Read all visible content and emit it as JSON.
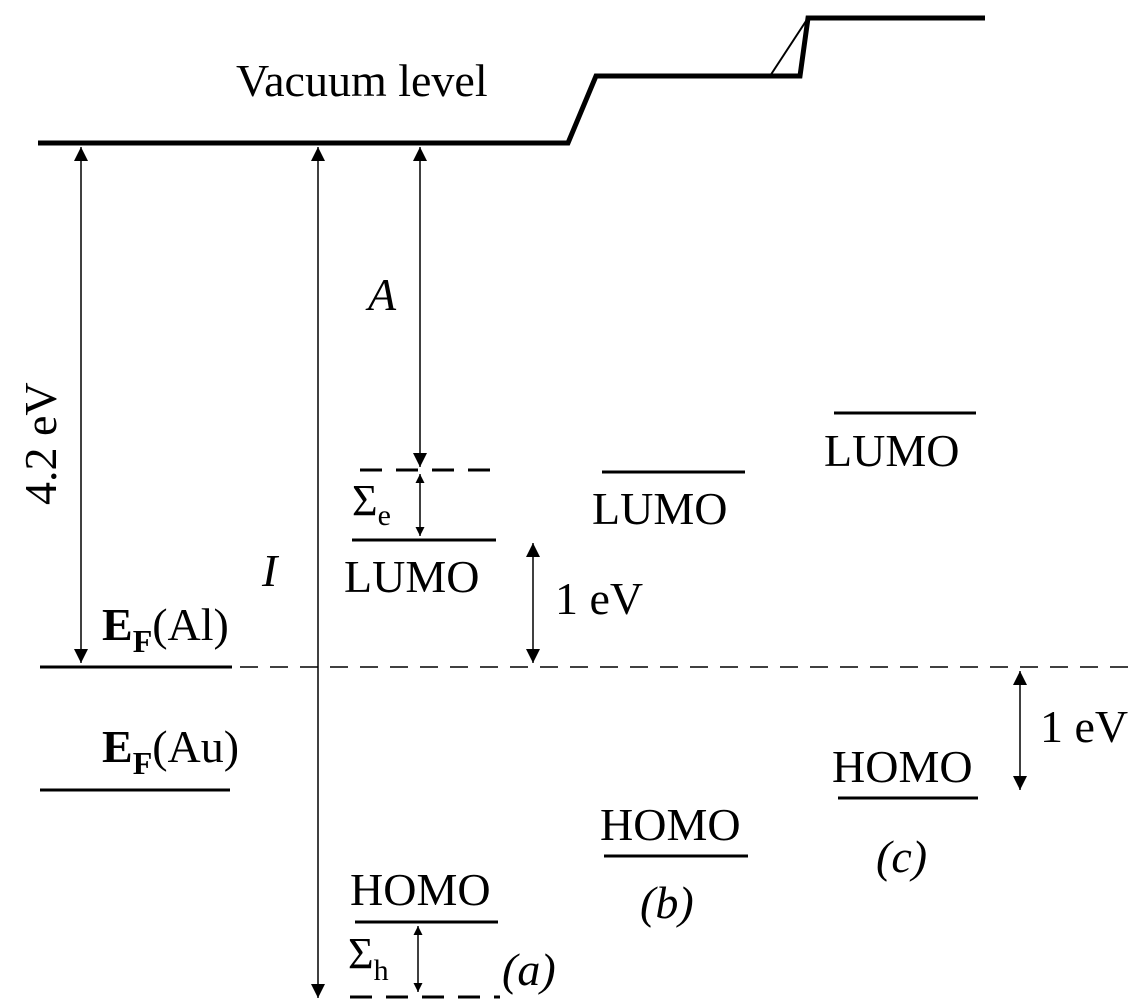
{
  "labels": {
    "vacuum_level": "Vacuum level",
    "work_function": "4.2 eV",
    "electron_affinity": "A",
    "ionization": "I",
    "sigma_e_sym": "Σ",
    "sigma_e_sub": "e",
    "sigma_h_sym": "Σ",
    "sigma_h_sub": "h",
    "lumo_a": "LUMO",
    "lumo_b": "LUMO",
    "lumo_c": "LUMO",
    "homo_a": "HOMO",
    "homo_b": "HOMO",
    "homo_c": "HOMO",
    "gap_lumo": "1 eV",
    "gap_homo": "1 eV",
    "ef_al_main": "E",
    "ef_al_sub": "F",
    "ef_al_tail": "(Al)",
    "ef_au_main": "E",
    "ef_au_sub": "F",
    "ef_au_tail": "(Au)",
    "case_a": "(a)",
    "case_b": "(b)",
    "case_c": "(c)"
  }
}
